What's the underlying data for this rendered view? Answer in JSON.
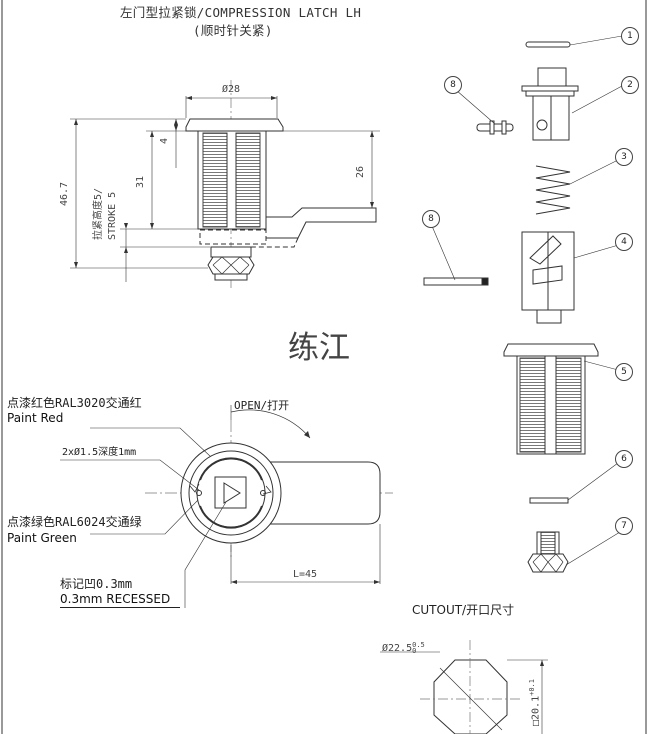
{
  "title": {
    "line1": "左门型拉紧锁/COMPRESSION LATCH LH",
    "line2": "(顺时针关紧)"
  },
  "watermark": "练江",
  "side_view": {
    "dim_diameter": "Ø28",
    "dim_height": "46.7",
    "dim_stroke": "拉紧高度5/ STROKE 5",
    "dim_31": "31",
    "dim_4": "4",
    "dim_26": "26"
  },
  "front_view": {
    "open_label": "OPEN/打开",
    "red_cn": "点漆红色RAL3020交通红",
    "red_en": "Paint Red",
    "holes": "2xØ1.5深度1mm",
    "green_cn": "点漆绿色RAL6024交通绿",
    "green_en": "Paint Green",
    "mark_cn": "标记凹0.3mm",
    "mark_en": "0.3mm  RECESSED",
    "dim_length": "L=45"
  },
  "cutout": {
    "title": "CUTOUT/开口尺寸",
    "dim_diameter": "Ø22.5",
    "dim_diameter_tol_upper": "0.5",
    "dim_diameter_tol_lower": "0",
    "dim_square": "□20.1",
    "dim_square_tol": "+0.1"
  },
  "balloons": [
    "1",
    "2",
    "3",
    "4",
    "5",
    "6",
    "7",
    "8",
    "8"
  ],
  "colors": {
    "line": "#333333",
    "center_line": "#777777",
    "hatch": "#555555"
  }
}
